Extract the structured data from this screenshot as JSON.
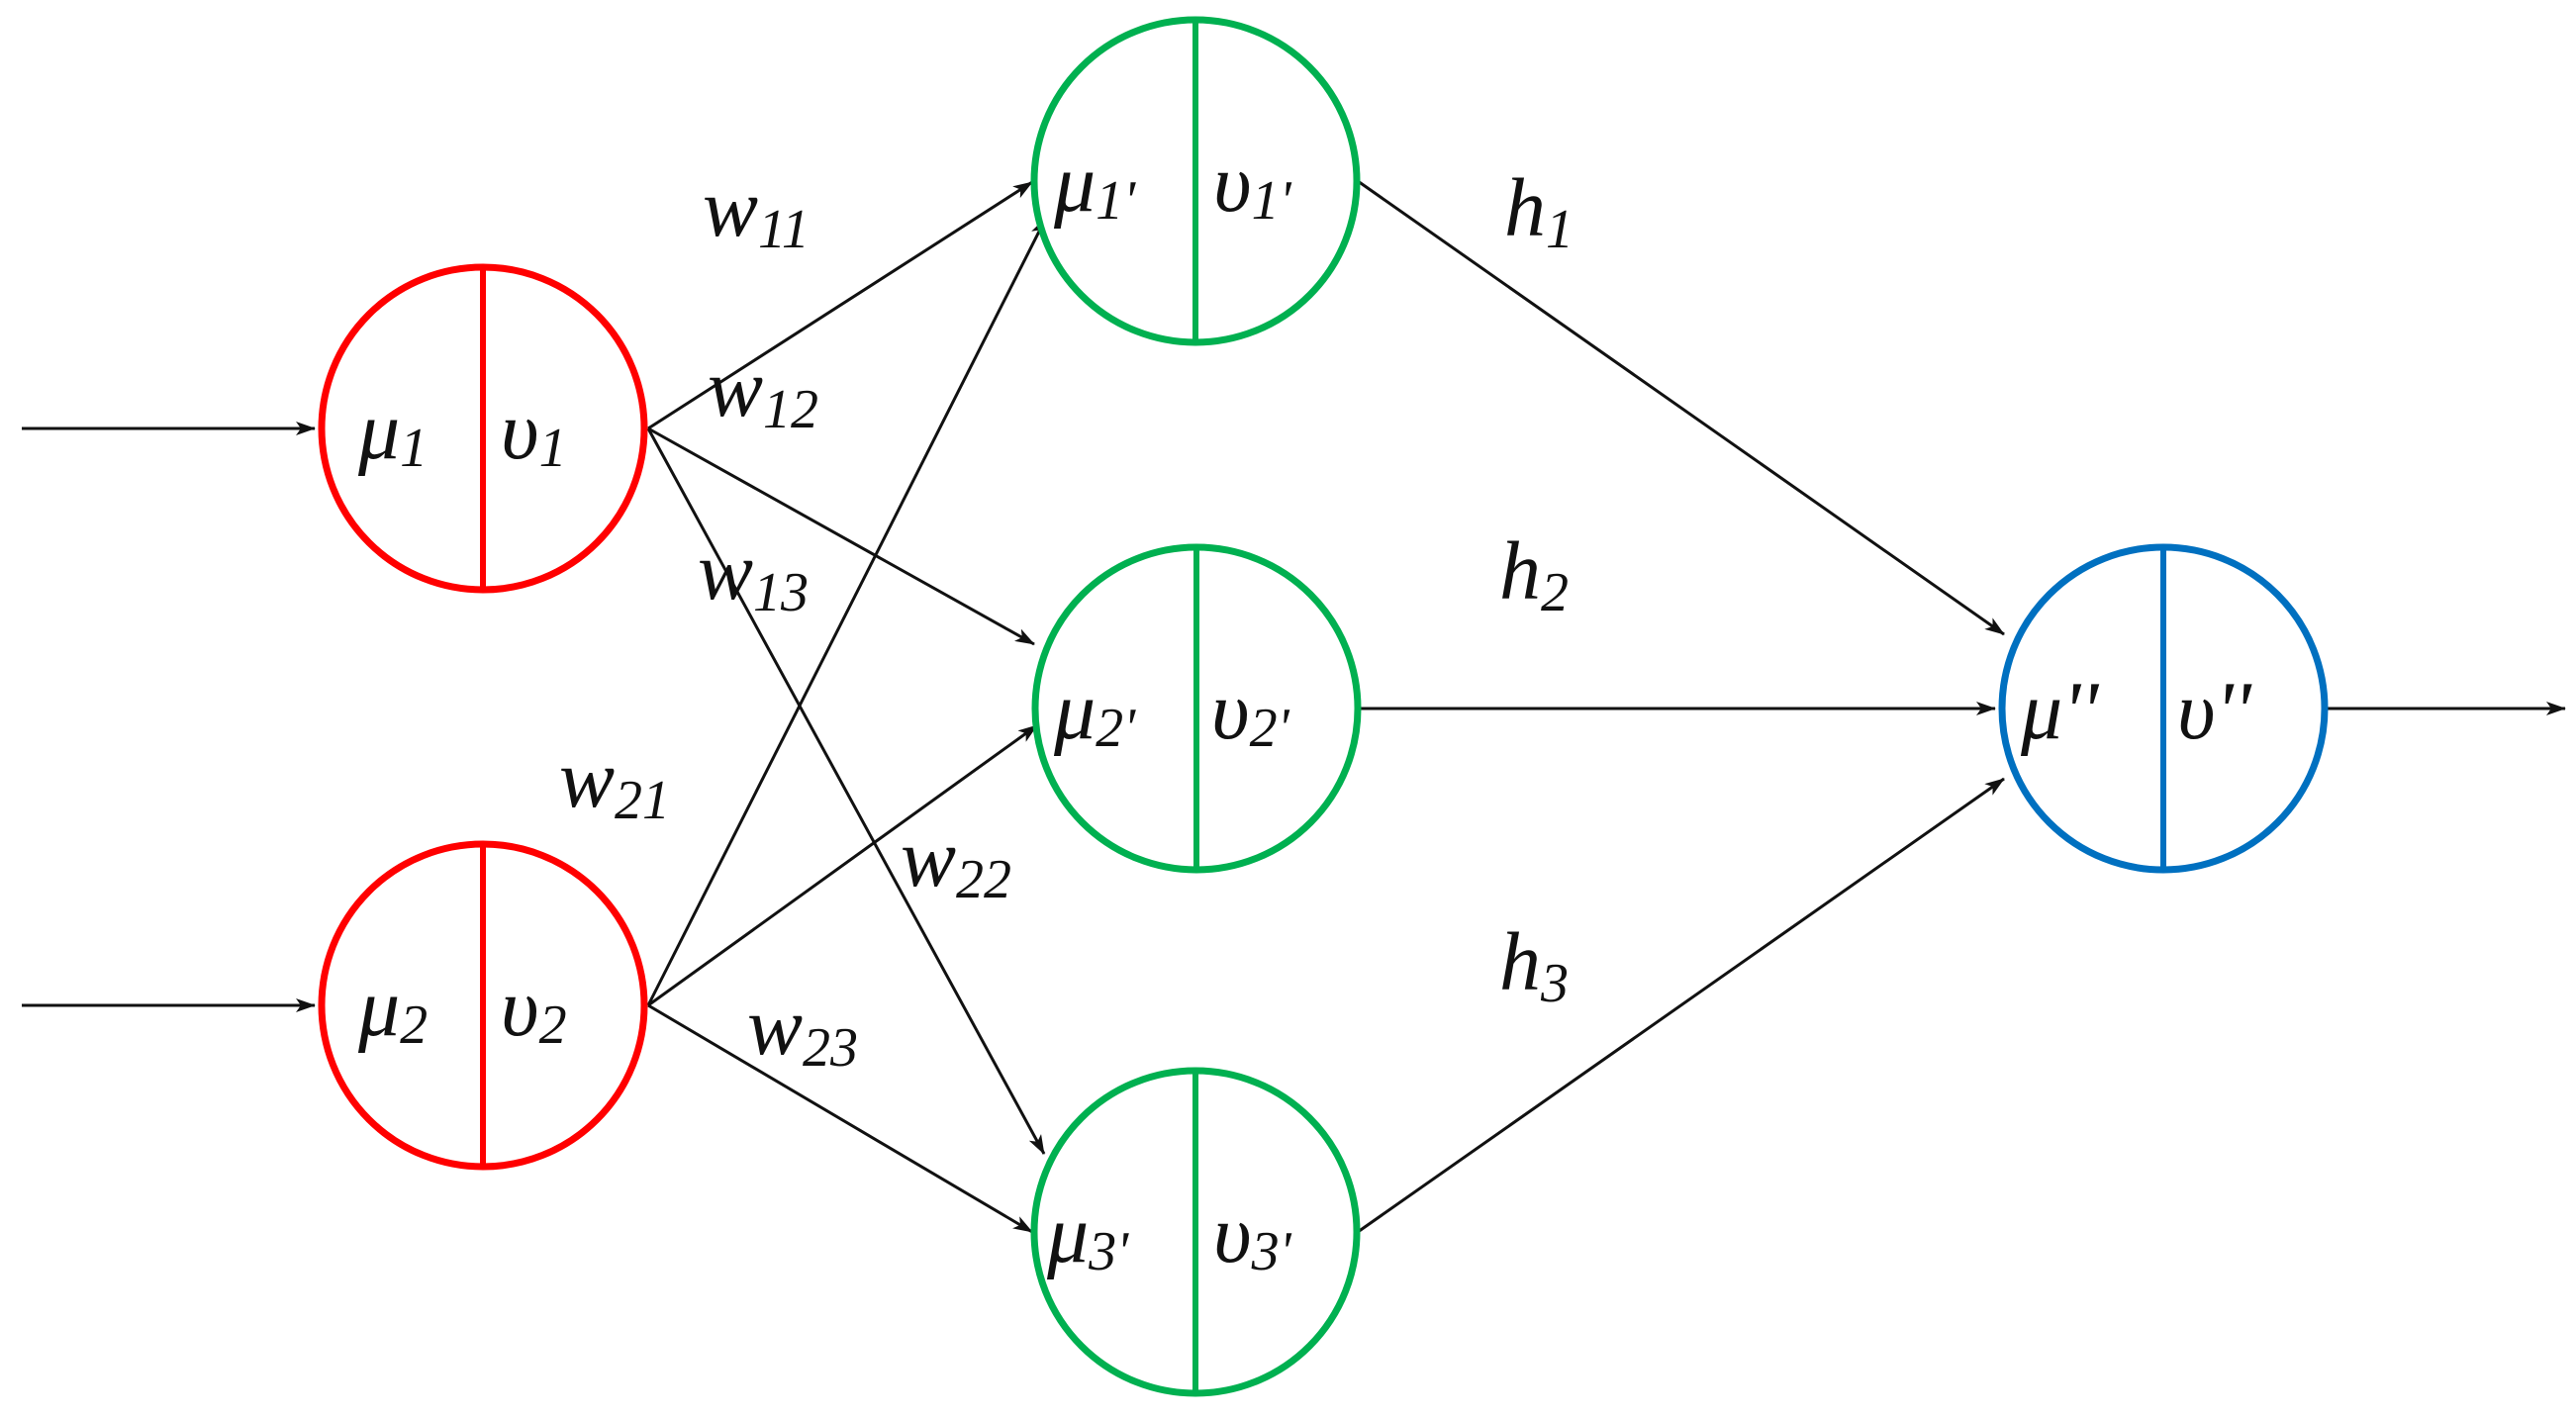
{
  "colors": {
    "input": "#ff0000",
    "hidden": "#00b050",
    "output": "#0070c0",
    "edge": "#111111"
  },
  "nodes": {
    "input1": {
      "mu": "μ",
      "mu_sub": "1",
      "nu": "υ",
      "nu_sub": "1"
    },
    "input2": {
      "mu": "μ",
      "mu_sub": "2",
      "nu": "υ",
      "nu_sub": "2"
    },
    "hidden1": {
      "mu": "μ",
      "mu_sub": "1'",
      "nu": "υ",
      "nu_sub": "1'"
    },
    "hidden2": {
      "mu": "μ",
      "mu_sub": "2'",
      "nu": "υ",
      "nu_sub": "2'"
    },
    "hidden3": {
      "mu": "μ",
      "mu_sub": "3'",
      "nu": "υ",
      "nu_sub": "3'"
    },
    "output": {
      "mu": "μ''",
      "nu": "υ''"
    }
  },
  "weights": {
    "w11": {
      "base": "w",
      "sub": "11"
    },
    "w12": {
      "base": "w",
      "sub": "12"
    },
    "w13": {
      "base": "w",
      "sub": "13"
    },
    "w21": {
      "base": "w",
      "sub": "21"
    },
    "w22": {
      "base": "w",
      "sub": "22"
    },
    "w23": {
      "base": "w",
      "sub": "23"
    },
    "h1": {
      "base": "h",
      "sub": "1"
    },
    "h2": {
      "base": "h",
      "sub": "2"
    },
    "h3": {
      "base": "h",
      "sub": "3"
    }
  }
}
